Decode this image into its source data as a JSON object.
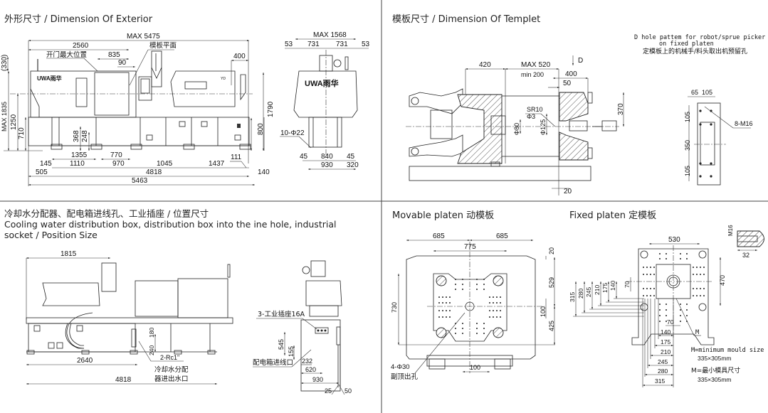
{
  "sections": {
    "exterior": {
      "title": "外形尺寸 / Dimension Of Exterior"
    },
    "templet": {
      "title": "模板尺寸 / Dimension Of Templet"
    },
    "position": {
      "title_cn": "冷却水分配器、配电箱进线孔、工业插座 / 位置尺寸",
      "title_en_line1": "Cooling water distribution box, distribution box into the ine hole, industrial",
      "title_en_line2": "socket / Position Size"
    },
    "movable": {
      "title": "Movable platen 动模板"
    },
    "fixed": {
      "title": "Fixed platen 定模板"
    }
  },
  "brand": {
    "logo": "UWA雨华",
    "model": "YD"
  },
  "exterior_dims": {
    "max_length": "MAX 5475",
    "d2560": "2560",
    "door_max": "开门最大位置",
    "platen_plane": "模板平面",
    "d835": "835",
    "d90": "90",
    "d400": "400",
    "h330": "(330)",
    "h_max1835": "MAX 1835",
    "h1250": "1250",
    "h710": "710",
    "h368": "368",
    "h248": "248",
    "h1790": "1790",
    "h800": "800",
    "d1355": "1355",
    "d770": "770",
    "d145": "145",
    "d1110": "1110",
    "d970": "970",
    "d1045": "1045",
    "d1437": "1437",
    "d111": "111",
    "d505": "505",
    "d4818": "4818",
    "d140": "140",
    "d5463": "5463"
  },
  "end_view_dims": {
    "max_width": "MAX 1568",
    "d53a": "53",
    "d731a": "731",
    "d731b": "731",
    "d53b": "53",
    "holes": "10-Φ22",
    "d45a": "45",
    "d840": "840",
    "d45b": "45",
    "d930": "930",
    "d320": "320"
  },
  "templet_dims": {
    "d420": "420",
    "max520": "MAX 520",
    "min200": "min 200",
    "d400": "400",
    "d50": "50",
    "arrow_d": "D",
    "sr10": "SR10",
    "phi3": "Φ3",
    "phi80": "Φ80",
    "phi125": "Φ125",
    "d370": "370",
    "d20": "20"
  },
  "d_hole": {
    "line1": "D hole pattem for robot/sprue picker",
    "line2": "on fixed platen",
    "line3": "定模板上的机械手/料头取出机预留孔",
    "d65": "65",
    "d105": "105",
    "v105a": "105",
    "v350": "350",
    "v105b": "105",
    "m16": "8-M16"
  },
  "position_dims": {
    "d1815": "1815",
    "rc1": "2-Rc1\"",
    "h240": "240",
    "h180": "180",
    "d2640": "2640",
    "d4818": "4818",
    "cooling_label1": "冷却水分配",
    "cooling_label2": "器进出水口",
    "socket": "3-工业插座16A",
    "h545": "545",
    "h155": "155",
    "power_inlet": "配电箱进线口",
    "d232": "232",
    "d620": "620",
    "d930": "930",
    "d25": "25",
    "d50": "50"
  },
  "movable_dims": {
    "d685a": "685",
    "d685b": "685",
    "d775": "775",
    "h20": "20",
    "h529": "529",
    "h730": "730",
    "h100": "100",
    "h425": "425",
    "holes": "4-Φ30",
    "ejector": "副顶出孔",
    "d100": "100"
  },
  "fixed_dims": {
    "d530": "530",
    "m16": "M16",
    "d32": "32",
    "h470": "470",
    "v315": "315",
    "v280": "280",
    "v245": "245",
    "v210": "210",
    "v175": "175",
    "v140": "140",
    "v70": "70",
    "b70": "70",
    "b140": "140",
    "b175": "175",
    "b210": "210",
    "b245": "245",
    "b280": "280",
    "b315": "315",
    "m_label": "M",
    "note_en": "M=minimum mould size",
    "note_en_val": "335×305mm",
    "note_cn": "M=最小模具尺寸",
    "note_cn_val": "335×305mm"
  }
}
